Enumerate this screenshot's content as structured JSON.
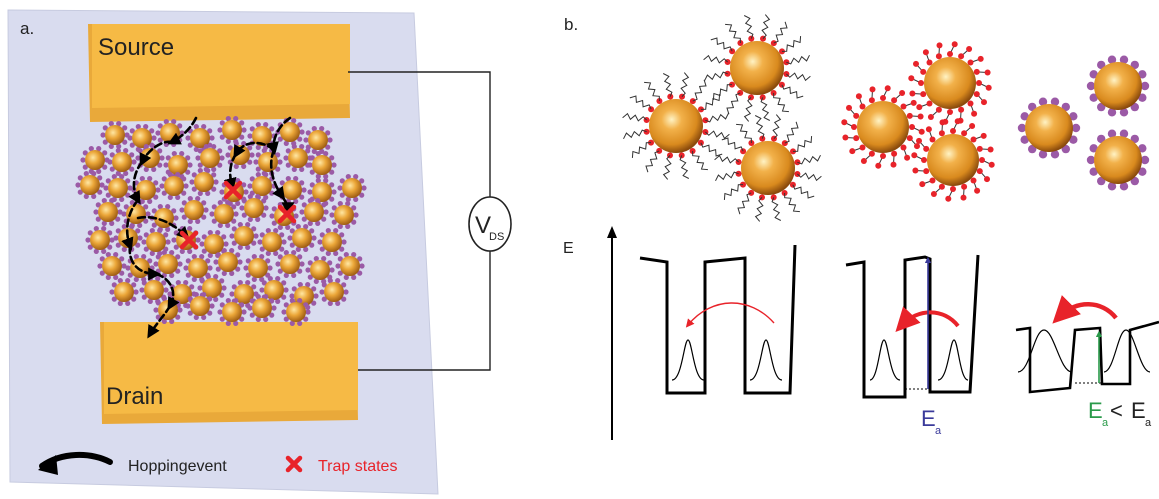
{
  "panel_a": {
    "label": "a.",
    "source_label": "Source",
    "drain_label": "Drain",
    "meter_main": "V",
    "meter_sub": "DS",
    "legend_hopping": "Hoppingevent",
    "legend_trap": "Trap states"
  },
  "panel_b": {
    "label": "b.",
    "energy_axis_label": "E",
    "activation_main": "E",
    "activation_sub": "a",
    "compare_left_main": "E",
    "compare_left_sub": "a",
    "compare_op": "<",
    "compare_right_main": "E",
    "compare_right_sub": "a"
  },
  "colors": {
    "substrate": "#d9dcef",
    "electrode": "#f2b33d",
    "particle": "#d9861c",
    "long_ligand_head": "#e8232a",
    "short_ligand": "#9b5aa6",
    "trap": "#e8232a",
    "arrow_red": "#e8232a",
    "activation_blue": "#3a3a9a",
    "activation_green": "#2a9a4a"
  }
}
